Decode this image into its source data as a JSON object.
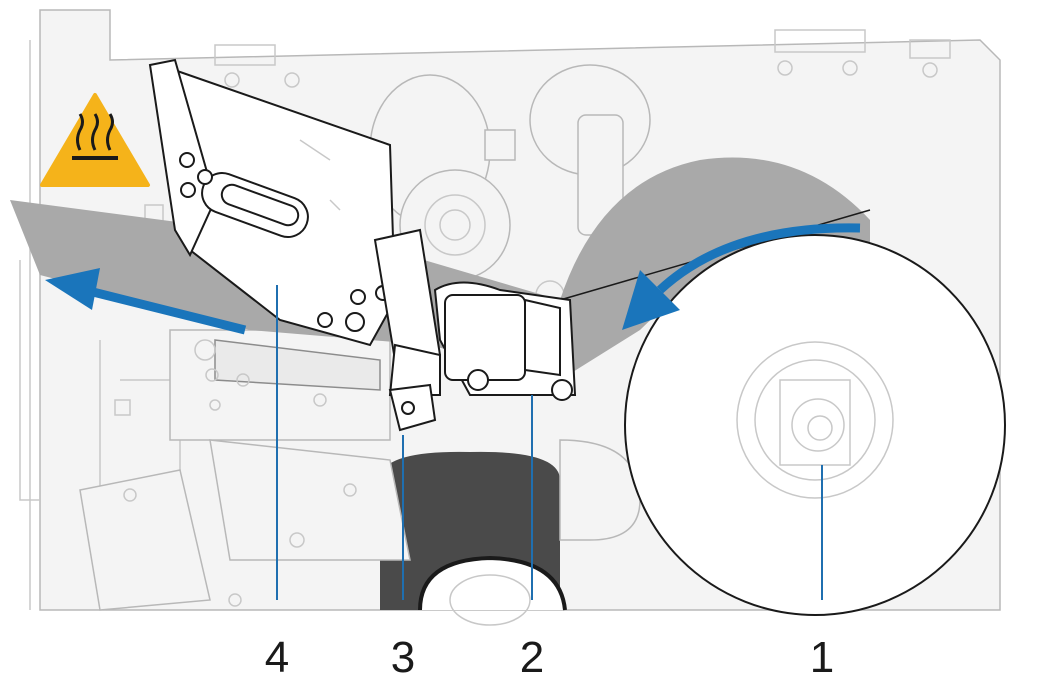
{
  "colors": {
    "media": "#a9a9a9",
    "arrow": "#1a75bb",
    "leader": "#1f6fb0",
    "warning": "#f5b31a",
    "ribbon": "#4a4a4a"
  },
  "icons": {
    "warning": "hot-surface-warning-icon",
    "feed_arrow_in": "curved-arrow-icon",
    "feed_arrow_out": "arrow-left-icon"
  },
  "callouts": [
    {
      "number": "1"
    },
    {
      "number": "2"
    },
    {
      "number": "3"
    },
    {
      "number": "4"
    }
  ]
}
